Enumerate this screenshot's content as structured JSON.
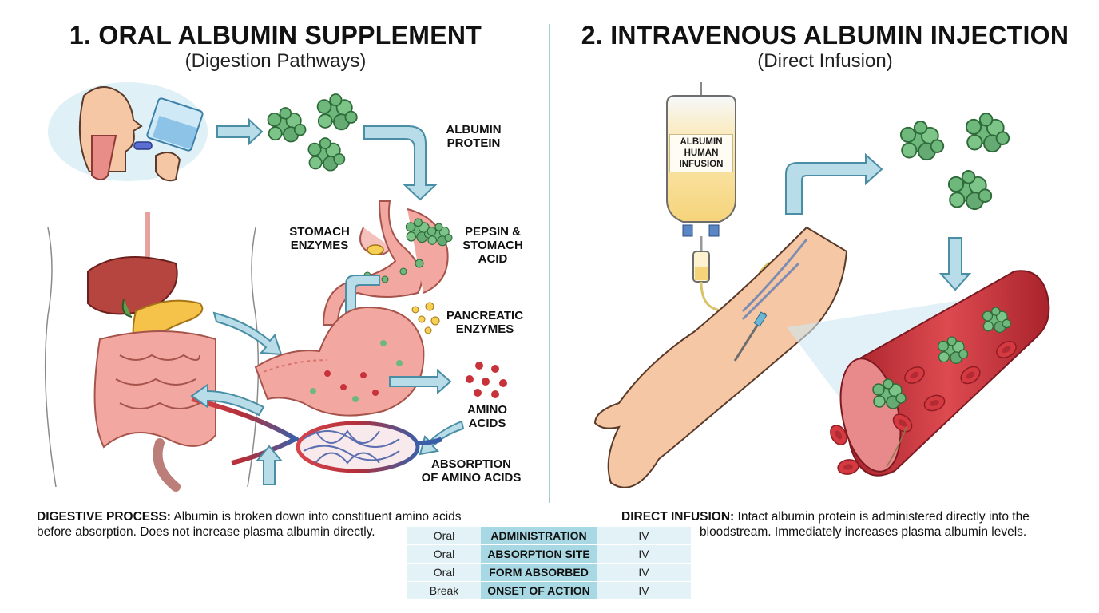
{
  "left_panel": {
    "title": "1. ORAL ALBUMIN SUPPLEMENT",
    "subtitle": "(Digestion Pathways)",
    "labels": {
      "albumin_protein": [
        "ALBUMIN",
        "PROTEIN"
      ],
      "stomach_enzymes": [
        "STOMACH",
        "ENZYMES"
      ],
      "pepsin": [
        "PEPSIN &",
        "STOMACH",
        "ACID"
      ],
      "pancreatic": [
        "PANCREATIC",
        "ENZYMES"
      ],
      "amino_acids": [
        "AMINO",
        "ACIDS"
      ],
      "absorption": [
        "ABSORPTION",
        "OF AMINO ACIDS"
      ]
    },
    "caption_heading": "DIGESTIVE PROCESS:",
    "caption_text": [
      " Albumin is broken down into constituent amino acids",
      "before absorption. Does not increase plasma albumin directly."
    ]
  },
  "right_panel": {
    "title": "2. INTRAVENOUS ALBUMIN INJECTION",
    "subtitle": "(Direct Infusion)",
    "bag_label": [
      "ALBUMIN",
      "HUMAN",
      "INFUSION"
    ],
    "caption_heading": "DIRECT INFUSION:",
    "caption_text": [
      " Intact albumin protein is administered directly into the",
      "bloodstream. Immediately increases plasma albumin levels."
    ]
  },
  "comparison_table": [
    {
      "left": "Oral",
      "middle": "ADMINISTRATION",
      "right": "IV"
    },
    {
      "left": "Oral",
      "middle": "ABSORPTION SITE",
      "right": "IV"
    },
    {
      "left": "Oral",
      "middle": "FORM ABSORBED",
      "right": "IV"
    },
    {
      "left": "Break",
      "middle": "ONSET OF ACTION",
      "right": "IV"
    }
  ],
  "colors": {
    "arrow_fill": "#b9dde8",
    "arrow_stroke": "#4a8ea5",
    "albumin_green": "#6fb87c",
    "blood_red": "#c8323a",
    "organ_pink": "#f2a8a0",
    "iv_fluid": "#f7dc88",
    "table_light": "#e2f2f6",
    "table_mid": "#a8d8e3"
  }
}
